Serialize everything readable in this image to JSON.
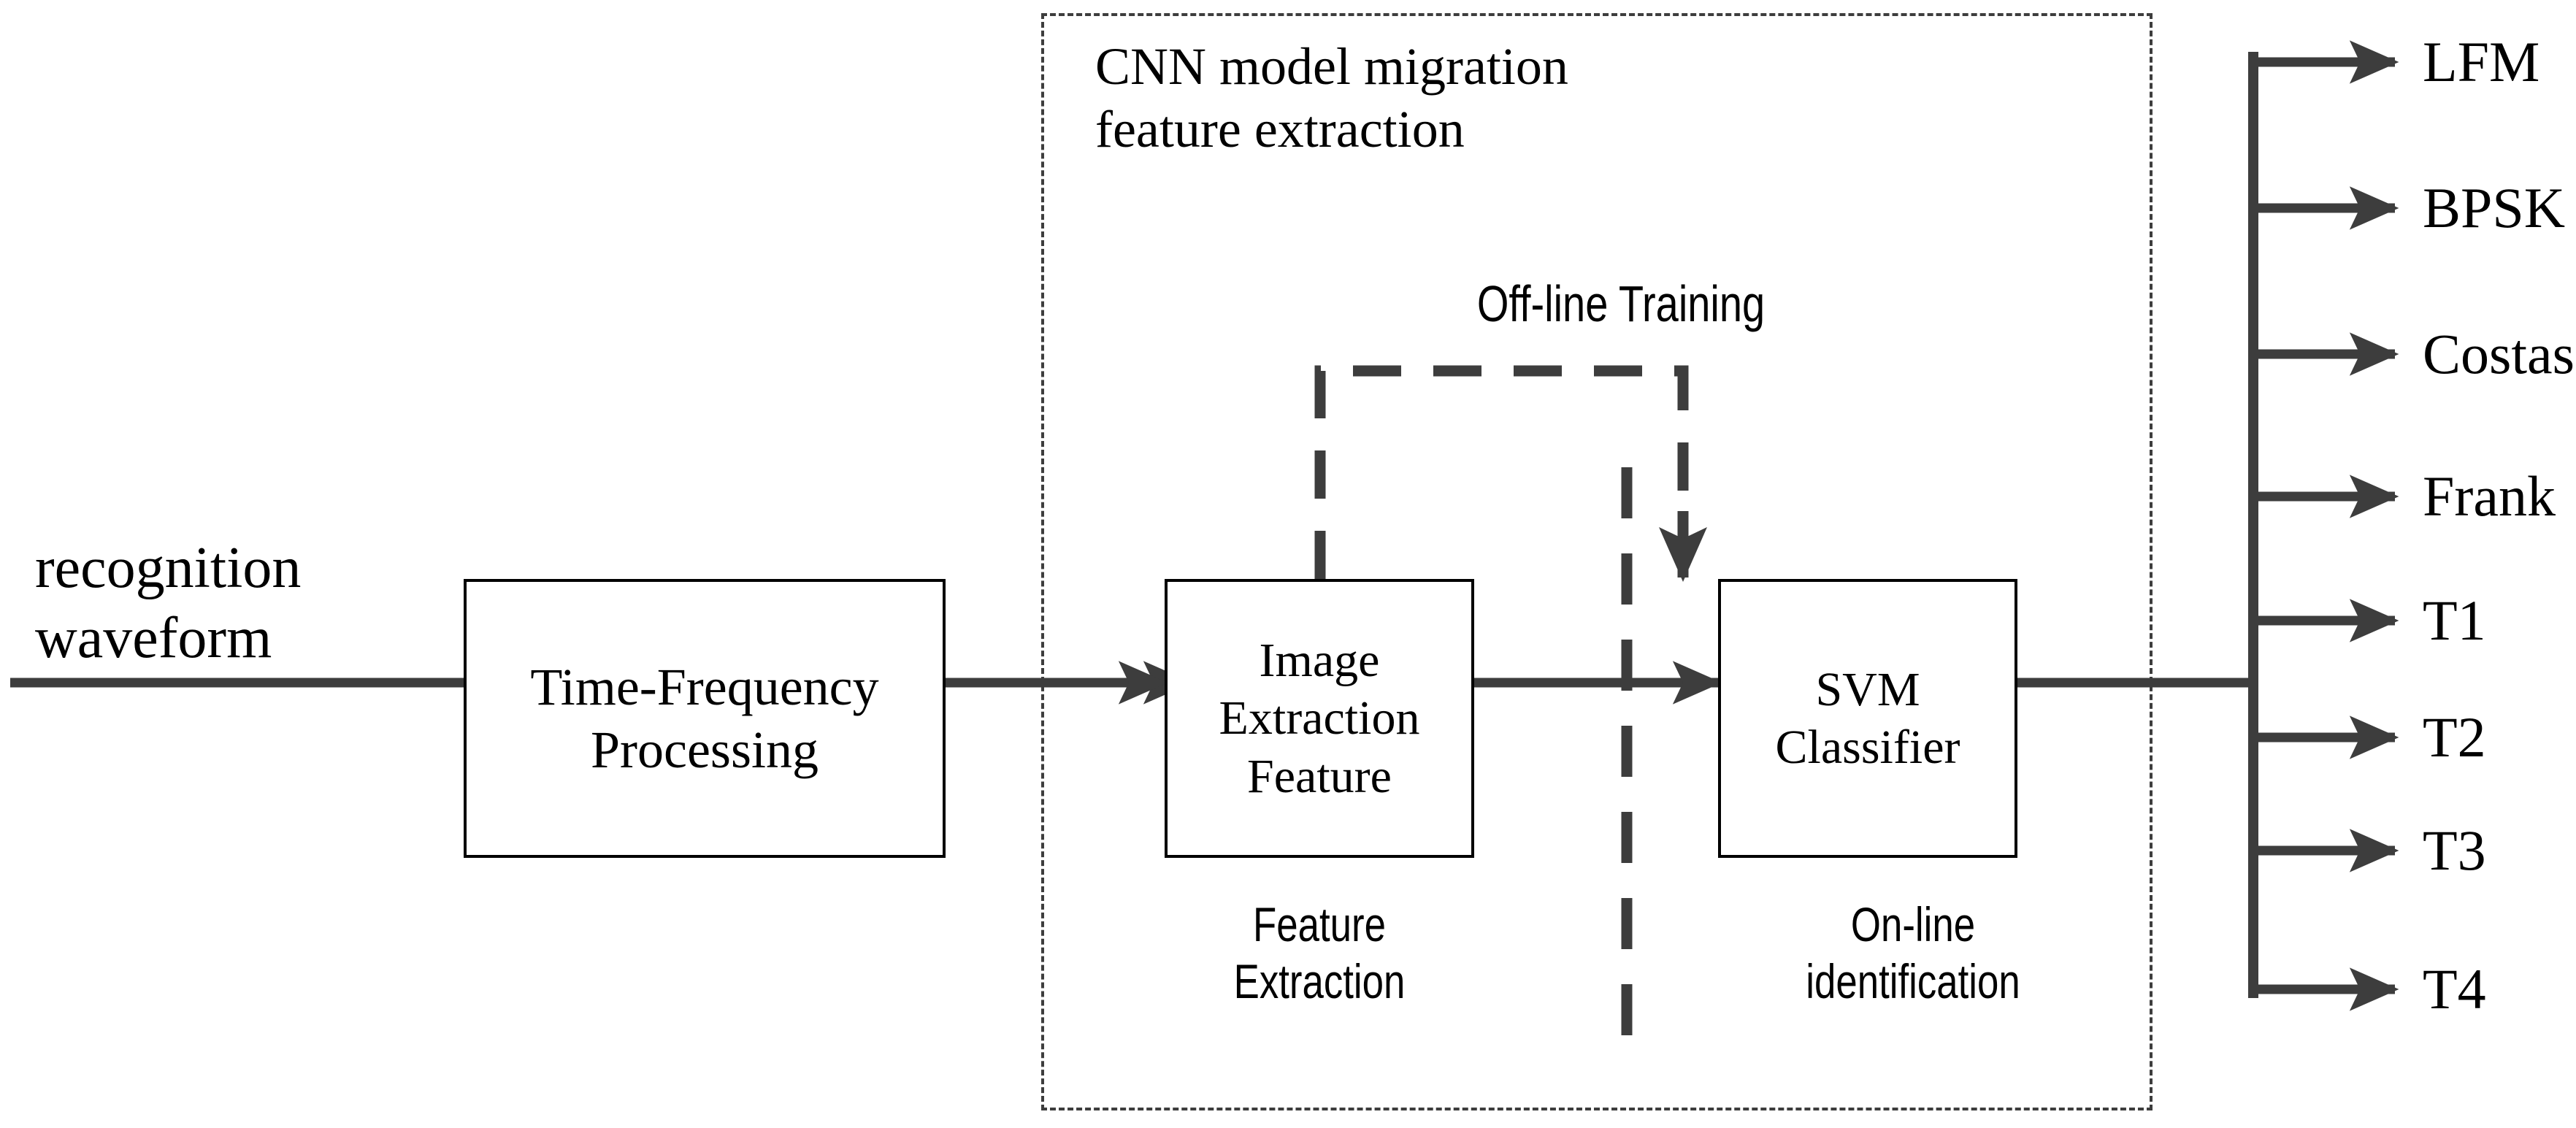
{
  "diagram": {
    "title_hidden": "",
    "input_label": {
      "line1": "recognition",
      "line2": "waveform"
    },
    "blocks": [
      {
        "id": "time-frequency-processing",
        "line1": "Time-Frequency",
        "line2": "Processing"
      },
      {
        "id": "image-extraction-feature",
        "line1": "Image",
        "line2": "Extraction",
        "line3": "Feature"
      },
      {
        "id": "svm-classifier",
        "line1": "SVM",
        "line2": "Classifier"
      }
    ],
    "region": {
      "title_line1": "CNN model migration",
      "title_line2": "feature extraction"
    },
    "feedback_label": "Off-line Training",
    "stage_labels": {
      "left_line1": "Feature",
      "left_line2": "Extraction",
      "right_line1": "On-line",
      "right_line2": "identification"
    },
    "outputs": [
      "LFM",
      "BPSK",
      "Costas",
      "Frank",
      "T1",
      "T2",
      "T3",
      "T4"
    ],
    "colors": {
      "stroke": "#3d3d3d",
      "box_border": "#000000",
      "text": "#000000",
      "background": "#ffffff"
    }
  }
}
